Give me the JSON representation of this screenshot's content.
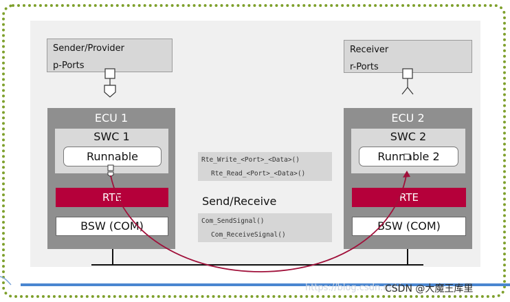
{
  "left_port": {
    "line1": "Sender/Provider",
    "line2": "p-Ports"
  },
  "right_port": {
    "line1": "Receiver",
    "line2": "r-Ports"
  },
  "ecu1": {
    "title": "ECU 1",
    "swc": "SWC 1",
    "runnable": "Runnable",
    "rte": "RTE",
    "bsw": "BSW (COM)"
  },
  "ecu2": {
    "title": "ECU 2",
    "swc": "SWC 2",
    "runnable": "Runnable 2",
    "rte": "RTE",
    "bsw": "BSW (COM)"
  },
  "rte_api": {
    "write": "Rte_Write_<Port>_<Data>()",
    "read": "Rte_Read_<Port>_<Data>()"
  },
  "mode_label": "Send/Receive",
  "com_api": {
    "send": "Com_SendSignal()",
    "receive": "Com_ReceiveSignal()"
  },
  "watermark": {
    "url": "https://blog.csdn.net/",
    "brand": "CSDN @大魔王库里"
  },
  "colors": {
    "frame": "#7ea02c",
    "rte": "#b5003a",
    "ecu": "#8f8f8f",
    "signal_arc": "#a0103a",
    "bus_line": "#4a86d0"
  }
}
